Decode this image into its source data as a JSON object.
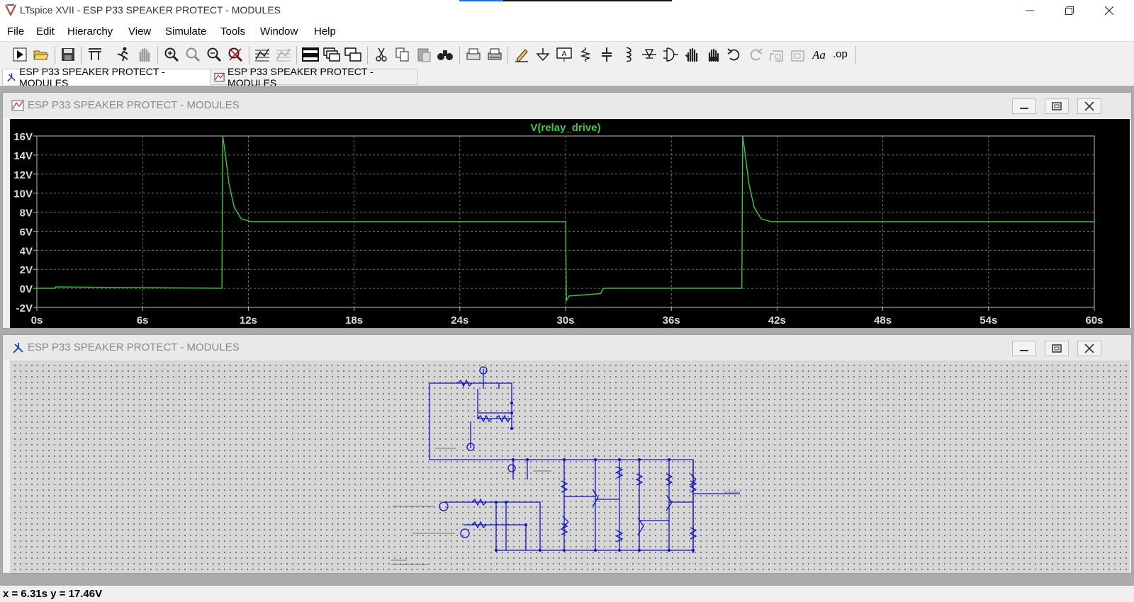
{
  "window": {
    "title": "LTspice XVII - ESP P33 SPEAKER PROTECT - MODULES"
  },
  "menu": [
    "File",
    "Edit",
    "Hierarchy",
    "View",
    "Simulate",
    "Tools",
    "Window",
    "Help"
  ],
  "toolbar_icons": [
    "run-icon",
    "open-icon",
    "save-icon",
    "control-panel-icon",
    "run-sim-icon",
    "pan-icon",
    "zoom-in-icon",
    "zoom-full-icon",
    "zoom-out-icon",
    "zoom-cancel-icon",
    "autorange-icon",
    "plot-settings-icon",
    "tile-horizontal-icon",
    "cascade-icon",
    "tile-vertical-icon",
    "cut-icon",
    "copy-icon",
    "paste-icon",
    "find-icon",
    "print-icon",
    "print-setup-icon",
    "pencil-icon",
    "ground-icon",
    "label-icon",
    "resistor-icon",
    "capacitor-icon",
    "inductor-icon",
    "diode-icon",
    "component-icon",
    "move-icon",
    "drag-icon",
    "undo-icon",
    "redo-icon",
    "rotate-icon",
    "mirror-icon",
    "text-icon",
    "spice-directive-icon"
  ],
  "tabs": [
    {
      "label": "ESP P33 SPEAKER PROTECT - MODULES",
      "kind": "schematic",
      "active": true
    },
    {
      "label": "ESP P33 SPEAKER PROTECT - MODULES",
      "kind": "waveform",
      "active": false
    }
  ],
  "waveform_window": {
    "title": "ESP P33 SPEAKER PROTECT - MODULES"
  },
  "schematic_window": {
    "title": "ESP P33 SPEAKER PROTECT - MODULES"
  },
  "colors": {
    "trace": "#3cc83c",
    "plot_bg": "#000000",
    "grid": "#8a8a8a",
    "wire": "#1010c8"
  },
  "chart_data": {
    "type": "line",
    "title": "V(relay_drive)",
    "xlabel": "",
    "ylabel": "",
    "xlim": [
      0,
      60
    ],
    "ylim": [
      -2,
      16
    ],
    "x_ticks": [
      "0s",
      "6s",
      "12s",
      "18s",
      "24s",
      "30s",
      "36s",
      "42s",
      "48s",
      "54s",
      "60s"
    ],
    "y_ticks": [
      "16V",
      "14V",
      "12V",
      "10V",
      "8V",
      "6V",
      "4V",
      "2V",
      "0V",
      "-2V"
    ],
    "grid": true,
    "series": [
      {
        "name": "V(relay_drive)",
        "x": [
          0,
          1.0,
          1.05,
          10.5,
          10.55,
          10.7,
          10.9,
          11.2,
          11.6,
          12.2,
          30.0,
          30.05,
          30.2,
          31.0,
          32.0,
          32.1,
          32.2,
          40.0,
          40.05,
          40.2,
          40.4,
          40.7,
          41.1,
          41.7,
          60.0
        ],
        "y": [
          0,
          0,
          0.15,
          0,
          16,
          14,
          11,
          8.5,
          7.3,
          7.0,
          7.0,
          -1.3,
          -0.8,
          -0.7,
          -0.55,
          -0.1,
          0,
          0,
          16,
          14,
          11,
          8.5,
          7.3,
          7.0,
          7.0
        ]
      }
    ]
  },
  "status": {
    "text": "x = 6.31s   y = 17.46V"
  }
}
